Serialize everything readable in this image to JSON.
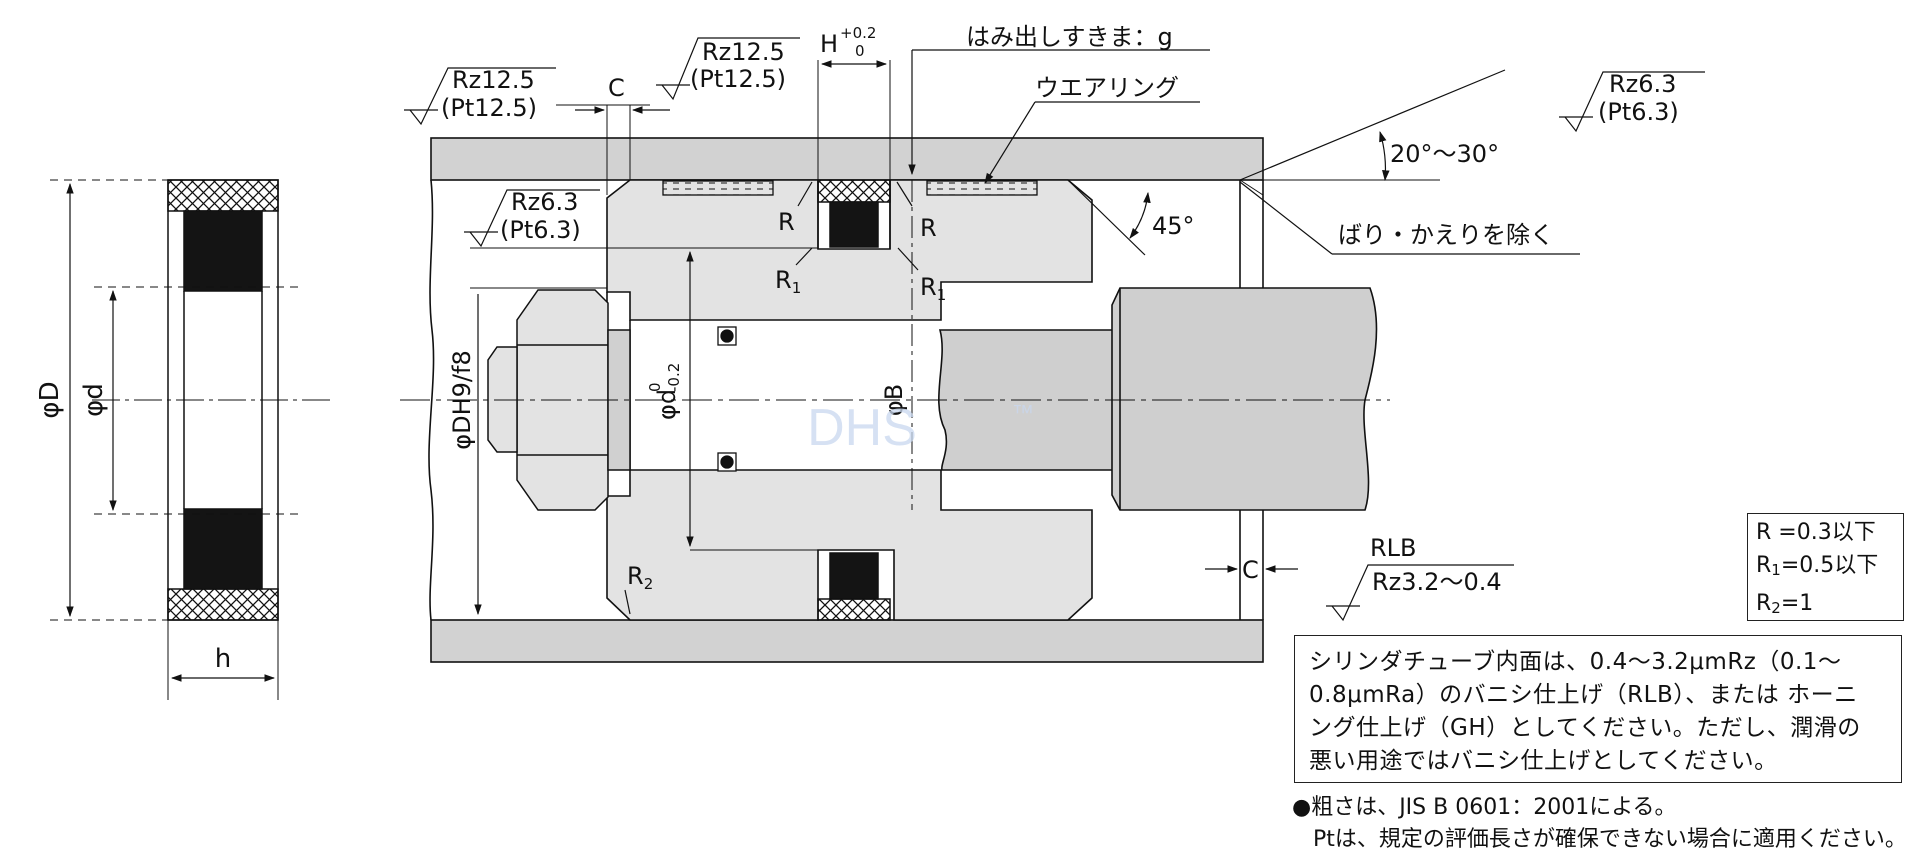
{
  "left_view": {
    "dim_D": "φD",
    "dim_d": "φd",
    "dim_h": "h"
  },
  "main_view": {
    "surface_bore_edge": {
      "rz": "Rz12.5",
      "pt": "(Pt12.5)"
    },
    "surface_groove_top": {
      "rz": "Rz12.5",
      "pt": "(Pt12.5)"
    },
    "surface_groove_side": {
      "rz": "Rz6.3",
      "pt": "(Pt6.3)"
    },
    "surface_chamfer": {
      "rz": "Rz6.3",
      "pt": "(Pt6.3)"
    },
    "dim_C_top": "C",
    "dim_H": "H",
    "dim_H_tol_upper": "+0.2",
    "dim_H_tol_lower": "0",
    "extrusion_gap_label": "はみ出しすきま：g",
    "wear_ring_label": "ウエアリング",
    "angle_20_30": "20°〜30°",
    "angle_45": "45°",
    "deburr_label": "ばり・かえりを除く",
    "label_R_left": "R",
    "label_R_right": "R",
    "label_R1_left": "R",
    "label_R1_right": "R",
    "sub_1": "1",
    "label_R2": "R",
    "sub_2": "2",
    "dim_DH9f8": "φDH9/f8",
    "dim_d_groove": "φd",
    "dim_d_tol_upper": "0",
    "dim_d_tol_lower": "-0.2",
    "dim_B": "φB",
    "watermark": "DHS",
    "watermark_tm": "™",
    "dim_C_bottom": "C",
    "rlb_label": "RLB",
    "rlb_roughness": "Rz3.2〜0.4"
  },
  "spec_box": {
    "line1": "R =0.3以下",
    "line2_prefix": "R",
    "line2_sub": "1",
    "line2_rest": "=0.5以下",
    "line3_prefix": "R",
    "line3_sub": "2",
    "line3_rest": "=1"
  },
  "note_box": {
    "line1": "シリンダチューブ内面は、0.4〜3.2μmRz（0.1〜",
    "line2": "0.8μmRa）のバニシ仕上げ（RLB）、または ホーニ",
    "line3": "ング仕上げ（GH）としてください。ただし、潤滑の",
    "line4": "悪い用途ではバニシ仕上げとしてください。"
  },
  "footnotes": {
    "line1": "●粗さは、JIS B 0601：2001による。",
    "line2": "Ptは、規定の評価長さが確保できない場合に適用ください。"
  },
  "colors": {
    "line": "#111111",
    "body_fill": "#e3e3e3",
    "tube_fill": "#d2d2d2",
    "rod_fill": "#cfcfcf",
    "seal_fill": "#141414",
    "watermark": "#c9d8ef"
  }
}
